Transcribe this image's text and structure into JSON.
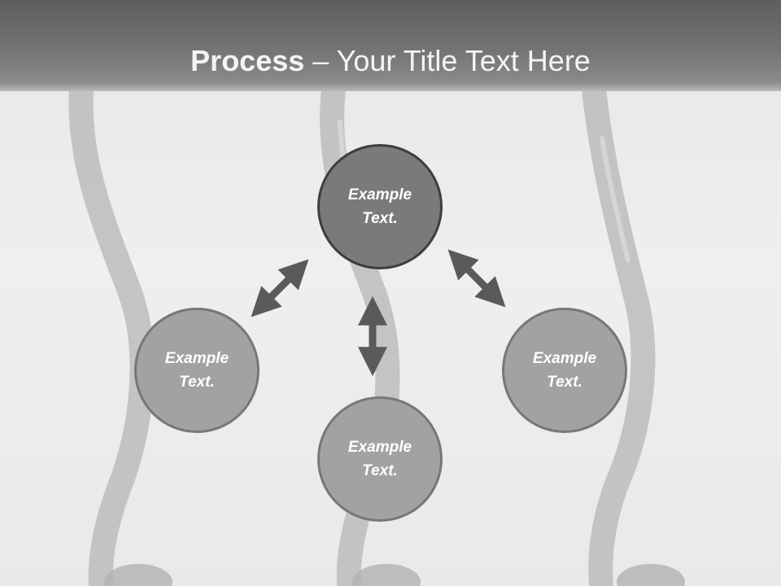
{
  "slide": {
    "title_bold": "Process",
    "title_rest": " – Your Title Text Here"
  },
  "diagram": {
    "center": {
      "line1": "Example",
      "line2": "Text."
    },
    "left": {
      "line1": "Example",
      "line2": "Text."
    },
    "bottom": {
      "line1": "Example",
      "line2": "Text."
    },
    "right": {
      "line1": "Example",
      "line2": "Text."
    }
  },
  "colors": {
    "title_bar": "#747474",
    "center_circle": "#7a7a7a",
    "node_circle": "#a2a2a2",
    "arrow": "#5a5a5a"
  },
  "icons": {
    "arrows": [
      "double-arrow-icon",
      "double-arrow-icon",
      "double-arrow-icon"
    ]
  }
}
